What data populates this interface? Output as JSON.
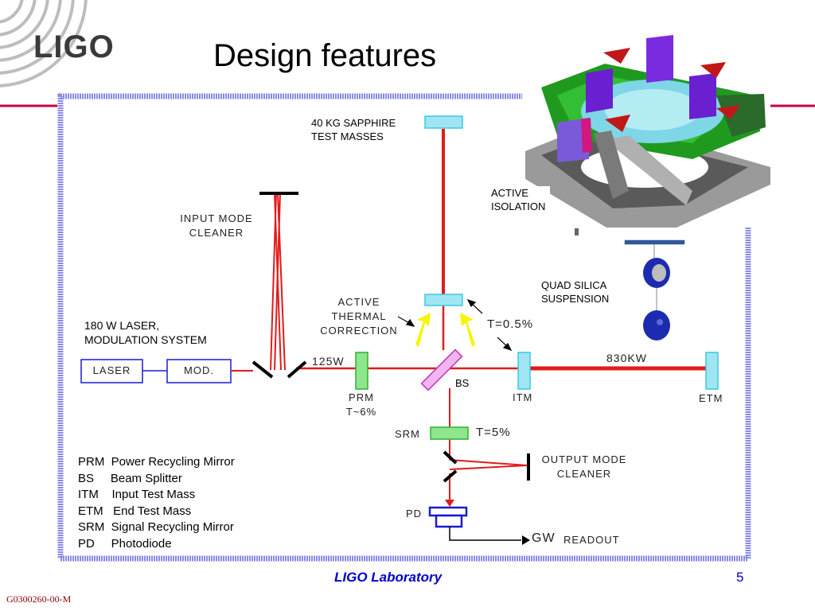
{
  "slide": {
    "title": "Design features",
    "logo": "LIGO",
    "footer_lab": "LIGO Laboratory",
    "page_number": "5",
    "doc_id": "G0300260-00-M"
  },
  "diagram": {
    "test_masses_label_1": "40 KG SAPPHIRE",
    "test_masses_label_2": "TEST MASSES",
    "input_mode_cleaner_1": "INPUT  MODE",
    "input_mode_cleaner_2": "CLEANER",
    "laser_system_1": "180 W LASER,",
    "laser_system_2": "MODULATION SYSTEM",
    "laser_box": "LASER",
    "mod_box": "MOD.",
    "power_125": "125W",
    "active_thermal_1": "ACTIVE",
    "active_thermal_2": "THERMAL",
    "active_thermal_3": "CORRECTION",
    "t_itm": "T=0.5%",
    "power_830": "830KW",
    "bs": "BS",
    "prm": "PRM",
    "prm_t": "T~6%",
    "itm": "ITM",
    "etm": "ETM",
    "srm": "SRM",
    "srm_t": "T=5%",
    "output_mode_cleaner_1": "OUTPUT  MODE",
    "output_mode_cleaner_2": "CLEANER",
    "pd": "PD",
    "gw": "GW",
    "readout": "READOUT",
    "active_isolation_1": "ACTIVE",
    "active_isolation_2": "ISOLATION",
    "quad_1": "QUAD SILICA",
    "quad_2": "SUSPENSION"
  },
  "legend": [
    "PRM  Power Recycling Mirror",
    "BS     Beam Splitter",
    "ITM    Input Test Mass",
    "ETM   End Test Mass",
    "SRM  Signal Recycling Mirror",
    "PD     Photodiode"
  ],
  "colors": {
    "beam": "#e21b1b",
    "frame": "#8a8ae6",
    "mirror_fill": "#9fe6f2",
    "prm_fill": "#8ee68e",
    "bs_fill": "#f2b6ee",
    "arrow": "#f5f500",
    "title_bar": "#c8003c"
  }
}
